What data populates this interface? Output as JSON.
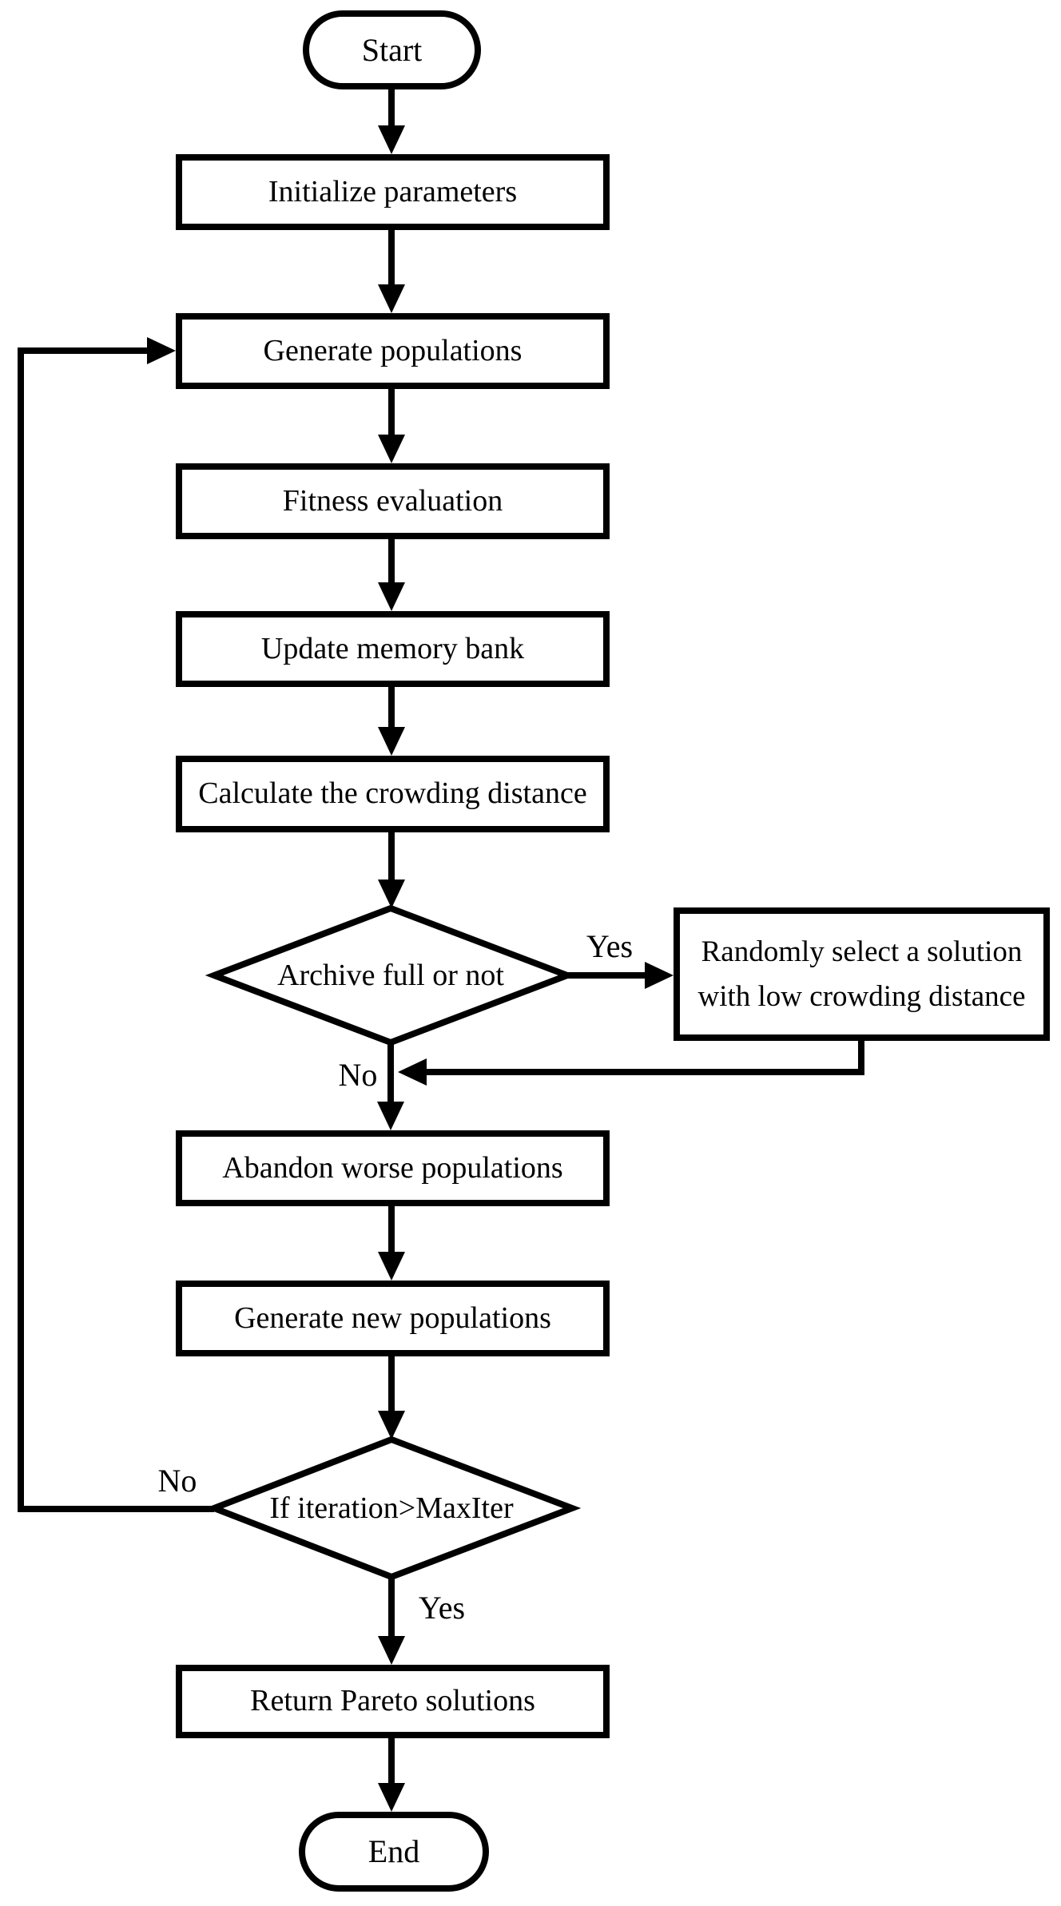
{
  "diagram": {
    "background_color": "#ffffff",
    "line_color": "#000000",
    "nodes": {
      "start": {
        "type": "terminator",
        "label": "Start"
      },
      "initialize": {
        "type": "process",
        "label": "Initialize parameters"
      },
      "generate": {
        "type": "process",
        "label": "Generate populations"
      },
      "fitness": {
        "type": "process",
        "label": "Fitness evaluation"
      },
      "update_memory": {
        "type": "process",
        "label": "Update memory bank"
      },
      "crowding": {
        "type": "process",
        "label": "Calculate the crowding distance"
      },
      "archive_full": {
        "type": "decision",
        "label": "Archive full or not"
      },
      "random_select": {
        "type": "process",
        "line1": "Randomly select a solution",
        "line2": "with low crowding distance"
      },
      "abandon": {
        "type": "process",
        "label": "Abandon worse populations"
      },
      "generate_new": {
        "type": "process",
        "label": "Generate new populations"
      },
      "iteration_check": {
        "type": "decision",
        "label": "If iteration>MaxIter"
      },
      "return_pareto": {
        "type": "process",
        "label": "Return Pareto solutions"
      },
      "end": {
        "type": "terminator",
        "label": "End"
      }
    },
    "edge_labels": {
      "archive_yes": "Yes",
      "archive_no": "No",
      "iteration_no": "No",
      "iteration_yes": "Yes"
    }
  }
}
